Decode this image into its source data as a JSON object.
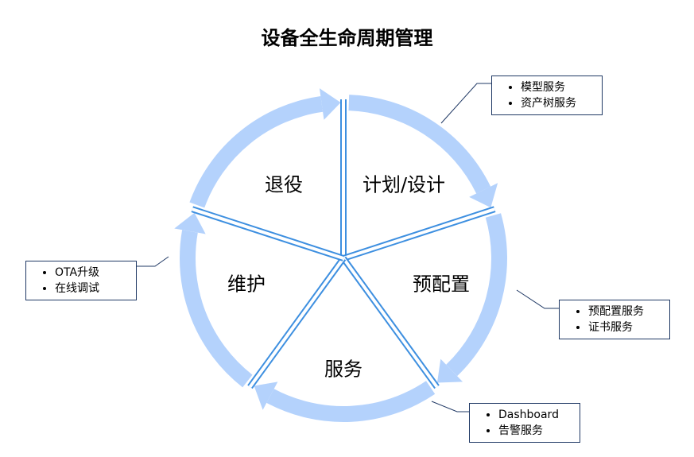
{
  "title": "设备全生命周期管理",
  "stages": [
    "计划/设计",
    "预配置",
    "服务",
    "维护",
    "退役"
  ],
  "callouts": [
    {
      "items": [
        "模型服务",
        "资产树服务"
      ]
    },
    {
      "items": [
        "预配置服务",
        "证书服务"
      ]
    },
    {
      "items": [
        "Dashboard",
        "告警服务"
      ]
    },
    {
      "items": [
        "OTA升级",
        "在线调试"
      ]
    }
  ],
  "colors": {
    "ring": "#b4d2fc",
    "spoke": "#3d8fe0",
    "callout_border": "#1f3864"
  }
}
